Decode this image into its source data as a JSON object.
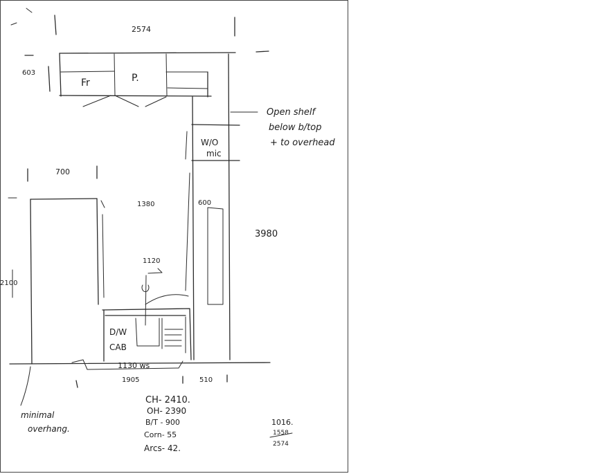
{
  "dimensions": {
    "top_width": "2574",
    "depth_top_left": "603",
    "width_left_bench": "700",
    "aisle": "1380",
    "bench_depth_right": "600",
    "overall_length": "3980",
    "left_height": "2100",
    "island_clear": "1120",
    "bottom_left": "1905",
    "bottom_right": "510",
    "sink_width": "1130 ws"
  },
  "labels": {
    "fridge": "Fr",
    "pantry": "P.",
    "wall_oven_micro_line1": "W/O",
    "wall_oven_micro_line2": "mic",
    "dw_cab_line1": "D/W",
    "dw_cab_line2": "CAB",
    "annotation_line1": "Open shelf",
    "annotation_line2": "below b/top",
    "annotation_line3": "+ to overhead",
    "note_line1": "minimal",
    "note_line2": "overhang."
  },
  "heights": [
    "CH- 2410.",
    "OH- 2390",
    "B/T - 900",
    "Corn- 55",
    "Arcs- 42."
  ],
  "calc": {
    "top": "1016.",
    "middle": "1558",
    "bottom": "2574"
  }
}
